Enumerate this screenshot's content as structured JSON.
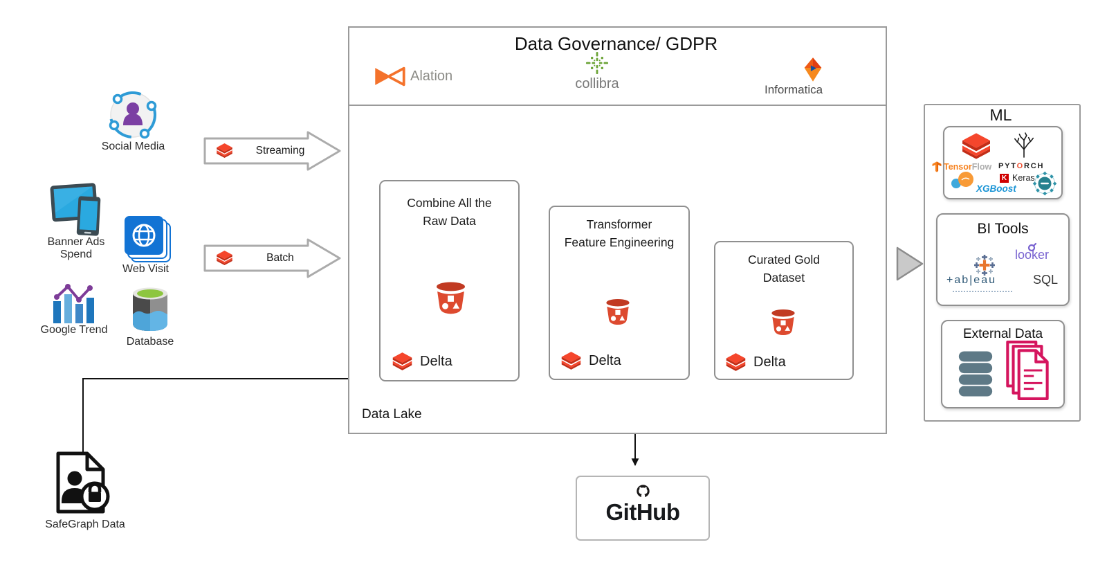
{
  "sources": {
    "social_media": "Social Media",
    "banner_ads_line1": "Banner Ads",
    "banner_ads_line2": "Spend",
    "web_visit": "Web Visit",
    "google_trend": "Google Trend",
    "database": "Database",
    "safegraph": "SafeGraph Data"
  },
  "ingest": {
    "streaming": "Streaming",
    "batch": "Batch"
  },
  "governance": {
    "title": "Data Governance/ GDPR",
    "alation": "Alation",
    "collibra": "collibra",
    "informatica": "Informatica"
  },
  "data_lake": {
    "label": "Data Lake",
    "stages": [
      {
        "line1": "Combine All the",
        "line2": "Raw Data",
        "storage": "Delta"
      },
      {
        "line1": "Transformer",
        "line2": "Feature Engineering",
        "storage": "Delta"
      },
      {
        "line1": "Curated Gold",
        "line2": "Dataset",
        "storage": "Delta"
      }
    ]
  },
  "ml": {
    "title": "ML",
    "tensorflow_part1": "Tensor",
    "tensorflow_part2": "Flow",
    "pytorch_pre": "PYT",
    "pytorch_o": "O",
    "pytorch_post": "RCH",
    "keras_badge": "K",
    "keras": "Keras",
    "xgboost": "XGBoost"
  },
  "bi": {
    "title": "BI Tools",
    "looker": "looker",
    "tableau": "+ab|eau",
    "sql": "SQL"
  },
  "external": {
    "title": "External Data"
  },
  "github": {
    "label": "GitHub"
  },
  "colors": {
    "databricks_red": "#F5462C",
    "bucket_red": "#DD4A2F",
    "tensorflow_orange": "#F6821F",
    "pytorch_orange": "#EE4C2C",
    "keras_red": "#D00000",
    "xgboost_blue": "#1A94D5",
    "looker_purple": "#7862D0",
    "tableau_navy": "#2E5876",
    "docs_pink": "#D5155E",
    "external_db_slate": "#5E7986",
    "collibra_green": "#6CA437",
    "alation_orange": "#F4722B",
    "informatica_orange": "#F26722",
    "source_blue": "#1273D4",
    "person_purple": "#7B3FA3"
  }
}
